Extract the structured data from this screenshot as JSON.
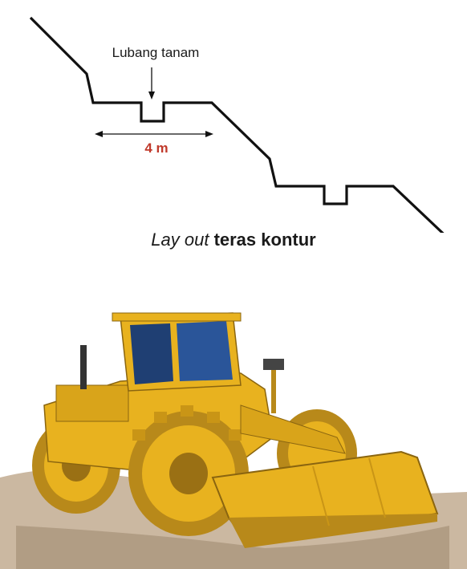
{
  "diagram": {
    "hole_label": "Lubang tanam",
    "width_label": "4 m",
    "width_label_color": "#c0392b",
    "line_color": "#111111"
  },
  "caption": {
    "italic_part": "Lay out",
    "bold_part": "teras kontur"
  },
  "photo": {
    "subject": "compactor-bulldozer",
    "body_color": "#e8b21f",
    "cab_glass_color": "#1f3f73"
  }
}
